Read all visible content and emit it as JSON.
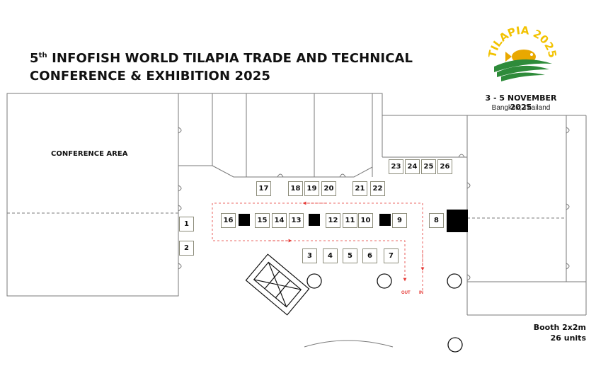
{
  "header": {
    "title_ordinal": "5",
    "title_sup": "th",
    "title_line1_rest": " INFOFISH WORLD TILAPIA TRADE AND TECHNICAL",
    "title_line2": "CONFERENCE & EXHIBITION 2025"
  },
  "logo": {
    "text": "TILAPIA 2025",
    "colors": {
      "yellow": "#f2c200",
      "green": "#2e8b3a",
      "gold": "#e9a800"
    }
  },
  "event": {
    "dates": "3 - 5 NOVEMBER 2025",
    "location": "Bangkok, Thailand"
  },
  "map": {
    "conference_label": "CONFERENCE AREA",
    "booths": [
      "1",
      "2",
      "3",
      "4",
      "5",
      "6",
      "7",
      "8",
      "9",
      "10",
      "11",
      "12",
      "13",
      "14",
      "15",
      "16",
      "17",
      "18",
      "19",
      "20",
      "21",
      "22",
      "23",
      "24",
      "25",
      "26"
    ],
    "flow_out": "OUT",
    "flow_in": "IN",
    "colors": {
      "walls": "#7a7a7a",
      "booth_border": "#8c8c7a",
      "flow": "#e53935",
      "pillar": "#000000"
    }
  },
  "legend": {
    "booth_size": "Booth 2x2m",
    "booth_count": "26 units"
  }
}
